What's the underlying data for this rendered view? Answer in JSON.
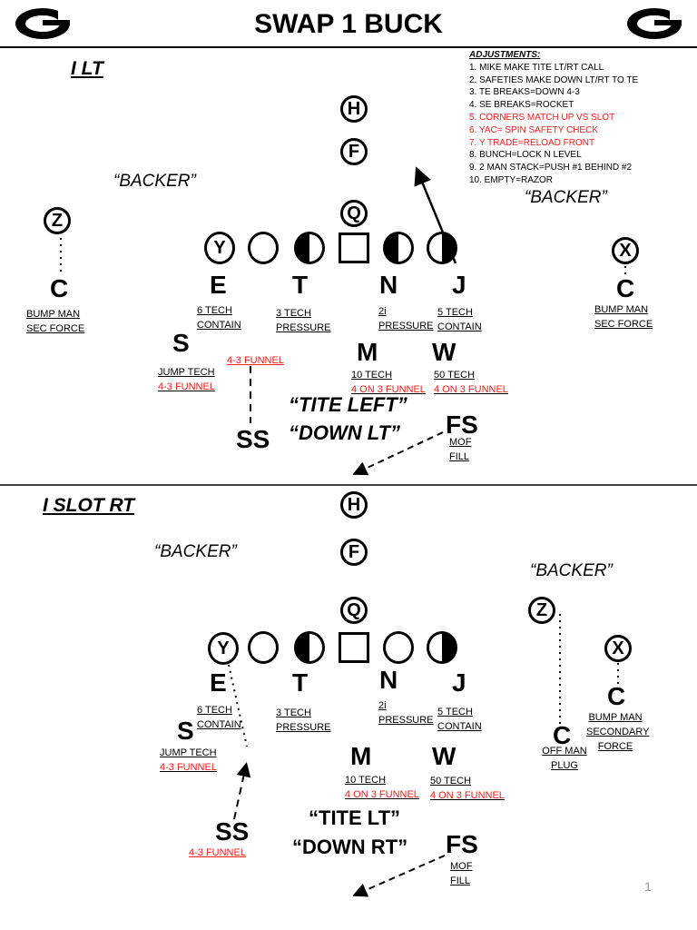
{
  "header": {
    "title": "SWAP 1 BUCK",
    "logo_text": "G"
  },
  "adjustments": {
    "heading": "ADJUSTMENTS:",
    "items": [
      {
        "text": "1. MIKE MAKE TITE LT/RT CALL",
        "color": "#000000"
      },
      {
        "text": "2. SAFETIES MAKE DOWN LT/RT TO TE",
        "color": "#000000"
      },
      {
        "text": "3. TE BREAKS=DOWN 4-3",
        "color": "#000000"
      },
      {
        "text": "4. SE BREAKS=ROCKET",
        "color": "#000000"
      },
      {
        "text": "5. CORNERS MATCH UP VS SLOT",
        "color": "#ff1a1a"
      },
      {
        "text": "6. YAC= SPIN SAFETY CHECK",
        "color": "#ff1a1a"
      },
      {
        "text": "7. Y TRADE=RELOAD FRONT",
        "color": "#ff1a1a"
      },
      {
        "text": "8. BUNCH=LOCK N LEVEL",
        "color": "#000000"
      },
      {
        "text": "9. 2 MAN STACK=PUSH #1 BEHIND #2",
        "color": "#000000"
      },
      {
        "text": "10. EMPTY=RAZOR",
        "color": "#000000"
      }
    ]
  },
  "top": {
    "formation": "I LT",
    "backer_left": "“BACKER”",
    "backer_right": "“BACKER”",
    "offense": {
      "h": "H",
      "f": "F",
      "q": "Q",
      "y": "Y",
      "z": "Z",
      "x": "X"
    },
    "defense": {
      "c_left": {
        "letter": "C",
        "l1": "BUMP MAN",
        "l2": "SEC FORCE"
      },
      "e": {
        "letter": "E",
        "l1": "6 TECH",
        "l2": "CONTAIN"
      },
      "t": {
        "letter": "T",
        "l1": "3 TECH",
        "l2": "PRESSURE"
      },
      "n": {
        "letter": "N",
        "l1": "2i",
        "l2": "PRESSURE"
      },
      "j": {
        "letter": "J",
        "l1": "5 TECH",
        "l2": "CONTAIN"
      },
      "c_right": {
        "letter": "C",
        "l1": "BUMP MAN",
        "l2": "SEC FORCE"
      },
      "s": {
        "letter": "S",
        "l1": "JUMP TECH",
        "l2": "4-3 FUNNEL"
      },
      "ss": {
        "letter": "SS",
        "l1": "4-3 FUNNEL"
      },
      "m": {
        "letter": "M",
        "l1": "10 TECH",
        "l2": "4 ON 3 FUNNEL"
      },
      "w": {
        "letter": "W",
        "l1": "50 TECH",
        "l2": "4 ON 3 FUNNEL"
      },
      "fs": {
        "letter": "FS",
        "l1": "MOF",
        "l2": "FILL"
      }
    },
    "call1": "“TITE LEFT”",
    "call2": "“DOWN LT”"
  },
  "bottom": {
    "formation": "I SLOT RT",
    "backer_left": "“BACKER”",
    "backer_right": "“BACKER”",
    "offense": {
      "h": "H",
      "f": "F",
      "q": "Q",
      "y": "Y",
      "z": "Z",
      "x": "X"
    },
    "defense": {
      "e": {
        "letter": "E",
        "l1": "6 TECH",
        "l2": "CONTAIN"
      },
      "t": {
        "letter": "T",
        "l1": "3 TECH",
        "l2": "PRESSURE"
      },
      "n": {
        "letter": "N",
        "l1": "2i",
        "l2": "PRESSURE"
      },
      "j": {
        "letter": "J",
        "l1": "5 TECH",
        "l2": "CONTAIN"
      },
      "c_mid": {
        "letter": "C",
        "l1": "OFF MAN",
        "l2": "PLUG"
      },
      "c_right": {
        "letter": "C",
        "l1": "BUMP MAN",
        "l2": "SECONDARY",
        "l3": "FORCE"
      },
      "s": {
        "letter": "S",
        "l1": "JUMP TECH",
        "l2": "4-3 FUNNEL"
      },
      "ss": {
        "letter": "SS",
        "l1": "4-3 FUNNEL"
      },
      "m": {
        "letter": "M",
        "l1": "10 TECH",
        "l2": "4 ON 3 FUNNEL"
      },
      "w": {
        "letter": "W",
        "l1": "50 TECH",
        "l2": "4 ON 3 FUNNEL"
      },
      "fs": {
        "letter": "FS",
        "l1": "MOF",
        "l2": "FILL"
      }
    },
    "call1": "“TITE LT”",
    "call2": "“DOWN RT”"
  },
  "page_number": "1"
}
